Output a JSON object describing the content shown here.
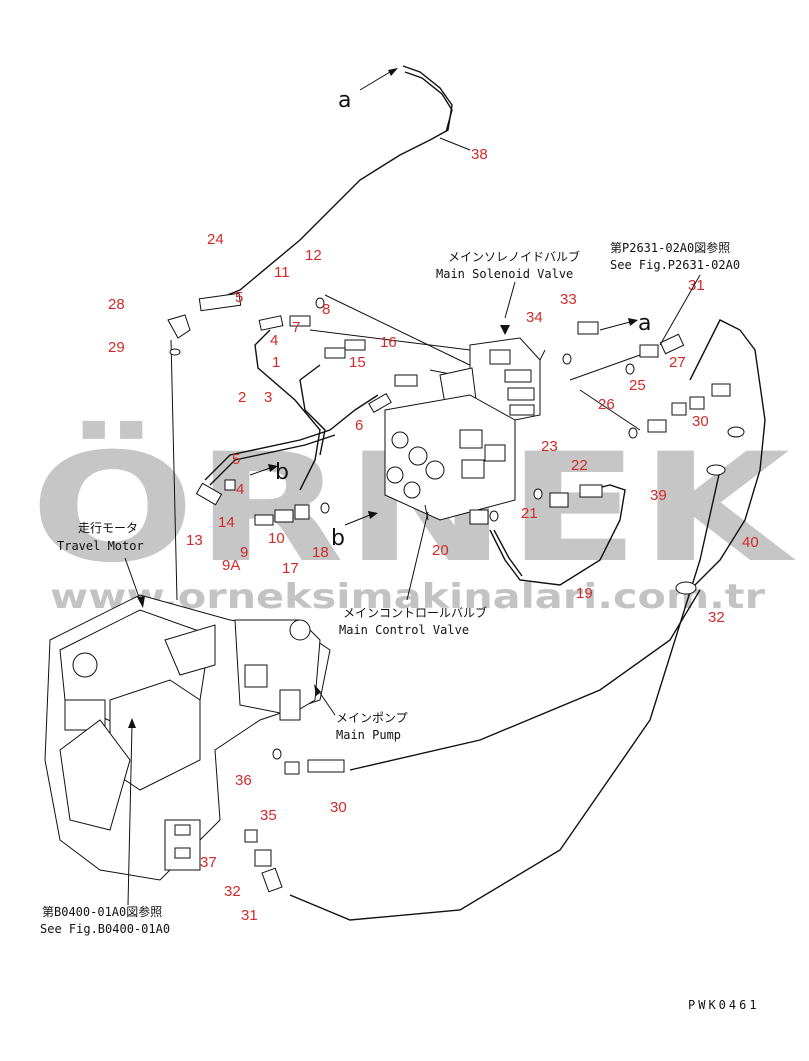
{
  "part_numbers": [
    "38",
    "24",
    "11",
    "12",
    "5",
    "8",
    "28",
    "29",
    "4",
    "7",
    "16",
    "1",
    "15",
    "2",
    "3",
    "6",
    "5",
    "4",
    "14",
    "13",
    "9",
    "9A",
    "10",
    "17",
    "18",
    "34",
    "33",
    "25",
    "26",
    "27",
    "31",
    "30",
    "39",
    "40",
    "23",
    "22",
    "21",
    "20",
    "19",
    "32",
    "36",
    "35",
    "30",
    "37",
    "32",
    "31"
  ],
  "arrow_letters": [
    "a",
    "b",
    "b",
    "a"
  ],
  "labels": {
    "main_solenoid_jp": "メインソレノイドバルブ",
    "main_solenoid_en": "Main Solenoid Valve",
    "ref_p_jp": "第P2631-02A0図参照",
    "ref_p_en": "See Fig.P2631-02A0",
    "travel_motor_jp": "走行モータ",
    "travel_motor_en": "Travel Motor",
    "main_control_jp": "メインコントロールバルブ",
    "main_control_en": "Main Control Valve",
    "main_pump_jp": "メインポンプ",
    "main_pump_en": "Main Pump",
    "ref_b_jp": "第B0400-01A0図参照",
    "ref_b_en": "See Fig.B0400-01A0",
    "code": "PWK0461"
  },
  "watermark": {
    "brand": "ÖRNEK",
    "url": "www.orneksimakinalari.com.tr"
  },
  "colors": {
    "callout": "#d22a2a",
    "watermark": "#bdbdbd",
    "line": "#111111"
  }
}
